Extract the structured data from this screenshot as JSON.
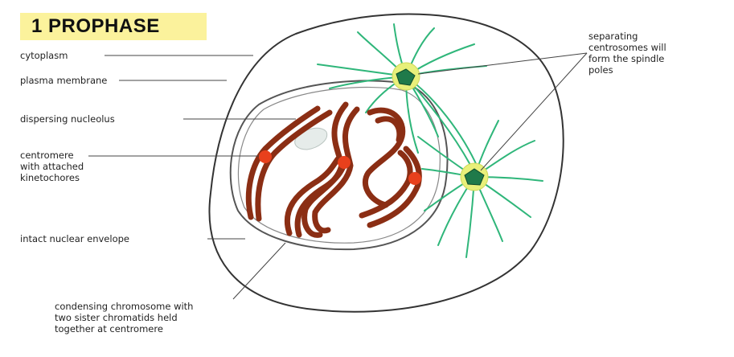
{
  "title": "1  PROPHASE",
  "labels": {
    "cytoplasm": "cytoplasm",
    "plasma_membrane": "plasma membrane",
    "dispersing_nucleolus": "dispersing nucleolus",
    "centromere": "centromere\nwith attached\nkinetochores",
    "nuclear_envelope": "intact nuclear envelope",
    "condensing_chromosome": "condensing chromosome with\ntwo sister chromatids held\ntogether at centromere",
    "centrosomes": "separating\ncentrosomes will\nform the spindle\npoles"
  },
  "colors": {
    "chromosome": "#8b2e14",
    "centromere": "#e8401c",
    "spindle": "#2fb67a",
    "centrosome_halo": "#e8f07a",
    "title_bg": "#fbf29c"
  }
}
